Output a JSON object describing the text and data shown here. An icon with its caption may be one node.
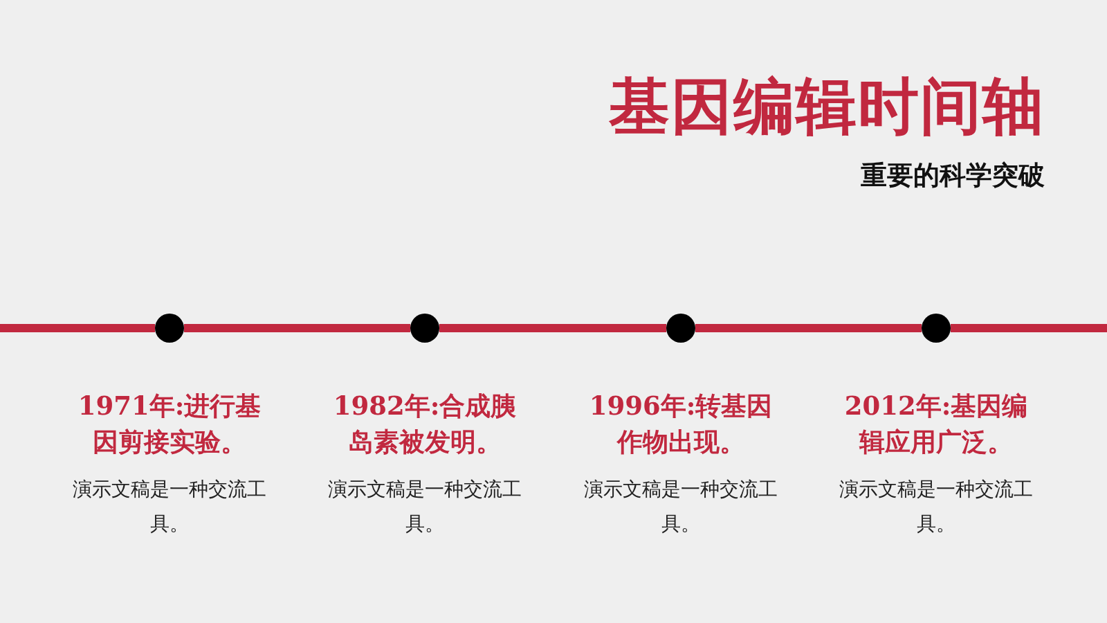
{
  "diagram": {
    "title": "基因编辑时间轴",
    "nodes": [
      {
        "text": [],
        "shape": "circle",
        "beside": [
          "1971年:进行基因剪接实验。",
          "演示文稿是一种交流工具。"
        ]
      },
      {
        "text": [],
        "shape": "circle",
        "beside": [
          "1982年:合成胰岛素被发明。",
          "演示文稿是一种交流工具。"
        ]
      },
      {
        "text": [],
        "shape": "circle",
        "beside": [
          "1996年:转基因作物出现。",
          "演示文稿是一种交流工具。"
        ]
      },
      {
        "text": [],
        "shape": "circle",
        "beside": [
          "2012年:基因编辑应用广泛。",
          "演示文稿是一种交流工具。"
        ]
      }
    ],
    "edges": [
      {
        "from": null,
        "to": 0,
        "arrow": "none"
      },
      {
        "from": 0,
        "to": 1,
        "arrow": "none"
      },
      {
        "from": 1,
        "to": 2,
        "arrow": "none"
      },
      {
        "from": 2,
        "to": 3,
        "arrow": "none"
      },
      {
        "from": 3,
        "to": null,
        "arrow": "none"
      }
    ],
    "labels": [
      "重要的科学突破"
    ]
  }
}
